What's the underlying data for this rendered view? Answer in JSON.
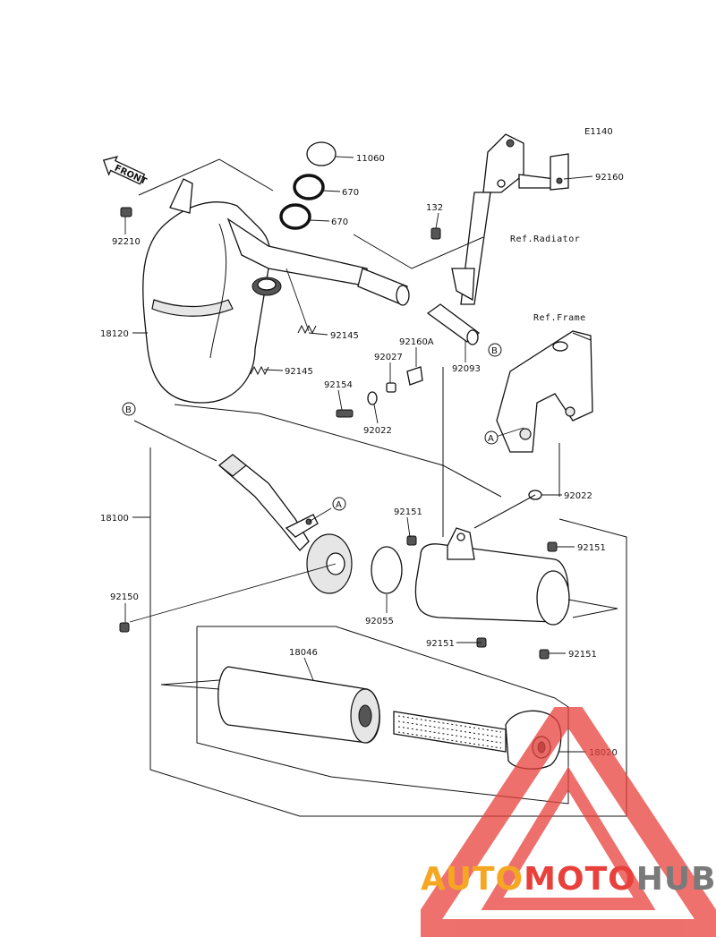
{
  "diagram_code": "E1140",
  "front_label": "FRONT",
  "refs": {
    "radiator": "Ref.Radiator",
    "frame": "Ref.Frame"
  },
  "callouts": {
    "a": "A",
    "b": "B"
  },
  "parts": [
    {
      "id": "p11060",
      "number": "11060"
    },
    {
      "id": "p670a",
      "number": "670"
    },
    {
      "id": "p670b",
      "number": "670"
    },
    {
      "id": "p92160",
      "number": "92160"
    },
    {
      "id": "p132",
      "number": "132"
    },
    {
      "id": "p92210",
      "number": "92210"
    },
    {
      "id": "p18120",
      "number": "18120"
    },
    {
      "id": "p92145a",
      "number": "92145"
    },
    {
      "id": "p92145b",
      "number": "92145"
    },
    {
      "id": "p92160A",
      "number": "92160A"
    },
    {
      "id": "p92027",
      "number": "92027"
    },
    {
      "id": "p92154",
      "number": "92154"
    },
    {
      "id": "p92022a",
      "number": "92022"
    },
    {
      "id": "p92093",
      "number": "92093"
    },
    {
      "id": "p92022b",
      "number": "92022"
    },
    {
      "id": "p18100",
      "number": "18100"
    },
    {
      "id": "p92151a",
      "number": "92151"
    },
    {
      "id": "p92151b",
      "number": "92151"
    },
    {
      "id": "p92151c",
      "number": "92151"
    },
    {
      "id": "p92151d",
      "number": "92151"
    },
    {
      "id": "p92150",
      "number": "92150"
    },
    {
      "id": "p92055",
      "number": "92055"
    },
    {
      "id": "p18046",
      "number": "18046"
    },
    {
      "id": "p18020",
      "number": "18020"
    }
  ],
  "watermark": {
    "part1": "AUTO",
    "part2": "MOTO",
    "part3": "HUB",
    "color_orange": "#f5a623",
    "color_red": "#e8413c",
    "color_gray": "#7a7a7a"
  }
}
